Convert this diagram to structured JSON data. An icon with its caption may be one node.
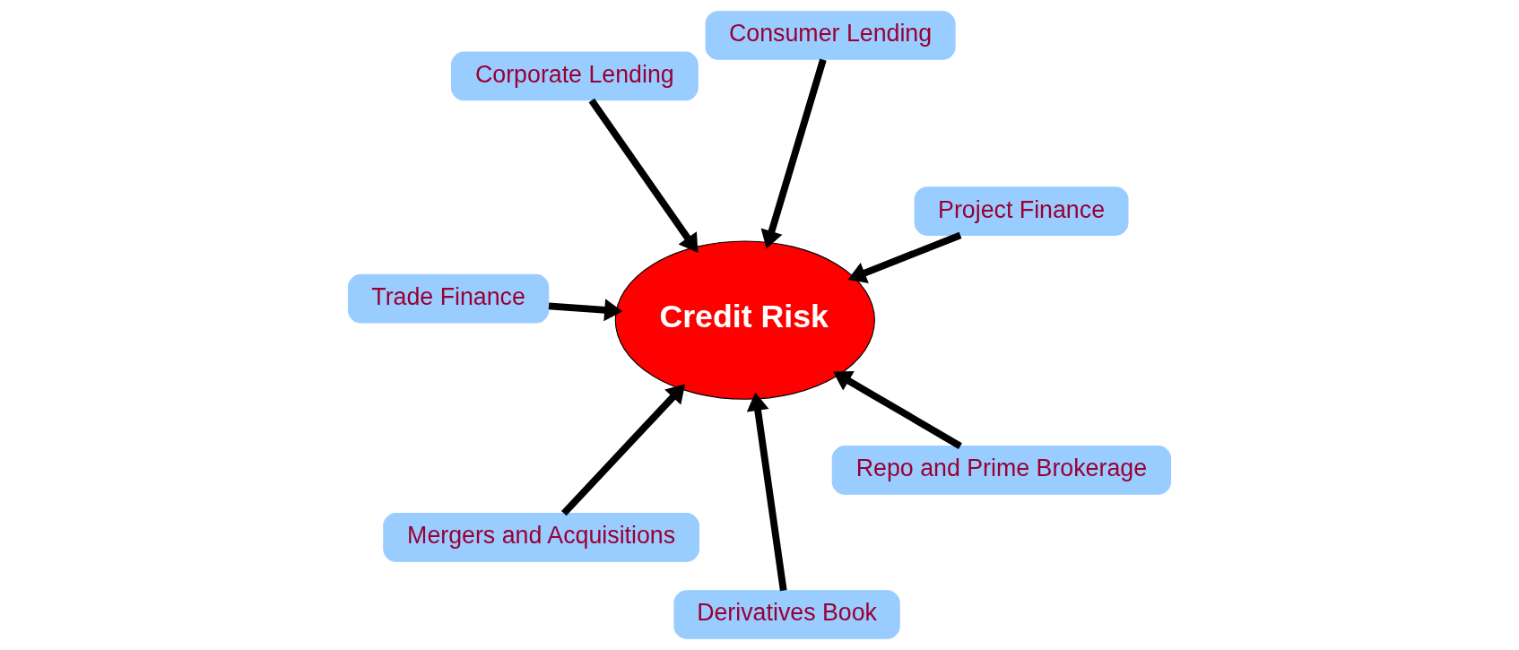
{
  "diagram": {
    "nodes": [
      {
        "text": [
          "Corporate Lending"
        ]
      },
      {
        "text": [
          "Project Finance"
        ]
      },
      {
        "text": [
          "Derivatives Book"
        ]
      },
      {
        "text": [
          "Credit Risk"
        ]
      },
      {
        "text": [
          "Consumer Lending"
        ]
      },
      {
        "text": [
          "Trade Finance"
        ]
      },
      {
        "text": [
          "Mergers and Acquisitions"
        ]
      },
      {
        "text": [
          "Repo and Prime Brokerage"
        ]
      }
    ],
    "edges": [
      {
        "from": 0,
        "to": 3,
        "arrow": "to"
      },
      {
        "from": 1,
        "to": 3,
        "arrow": "to"
      },
      {
        "from": 2,
        "to": 3,
        "arrow": "to"
      },
      {
        "from": 4,
        "to": 3,
        "arrow": "to"
      },
      {
        "from": 5,
        "to": 3,
        "arrow": "to"
      },
      {
        "from": 6,
        "to": 3,
        "arrow": "to"
      },
      {
        "from": 7,
        "to": 3,
        "arrow": "to"
      }
    ]
  }
}
